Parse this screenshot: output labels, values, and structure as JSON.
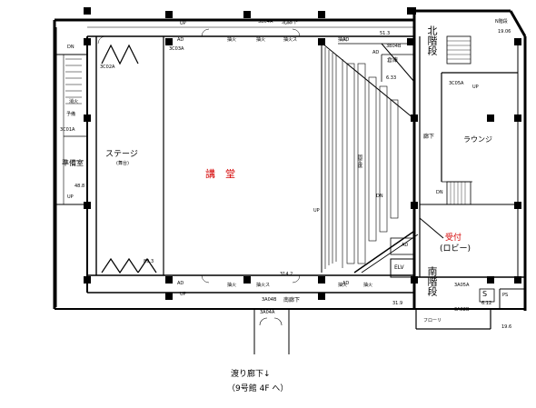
{
  "rooms": {
    "hall": "講　堂",
    "stage": "ステージ",
    "stage_sub": "(舞台)",
    "prep": "準備室",
    "warehouse": "倉庫",
    "corridor": "廊下",
    "lounge": "ラウンジ",
    "reception": "受付",
    "lobby": "(ロビー)",
    "north_stairs": "北階段",
    "south_stairs": "南階段",
    "north_corridor": "北廊下",
    "south_corridor": "南廊下",
    "seats_label": "固定席",
    "freight": "フローリ",
    "spare": "予備"
  },
  "codes": {
    "c3c02a": "3C02A",
    "c3c01a": "3C01A",
    "c3c03a": "3C03A",
    "c3b04a": "3B04A",
    "c3b04b": "3B04B",
    "c3c05a": "3C05A",
    "c3a04b": "3A04B",
    "c3a05a": "3A05A",
    "c3a02b": "3A02B",
    "c3a04a": "3A04A",
    "n_stairs": "N階段"
  },
  "dims": {
    "d1": "51.3",
    "d2": "19.06",
    "d3": "6.33",
    "d4": "48.8",
    "d5": "89.3",
    "d6": "314.2",
    "d7": "31.9",
    "d8": "6.12",
    "d9": "19.6"
  },
  "marks": {
    "ad": "AD",
    "up": "UP",
    "dn": "DN",
    "ps": "PS",
    "s": "S",
    "elv": "ELV",
    "fire": "消火",
    "extinguisher": "抽火",
    "extinguisher_sm": "抽火ス"
  },
  "notes": {
    "bridge": "渡り廊下↓",
    "bridge_dest": "（9号館 4F へ）"
  }
}
